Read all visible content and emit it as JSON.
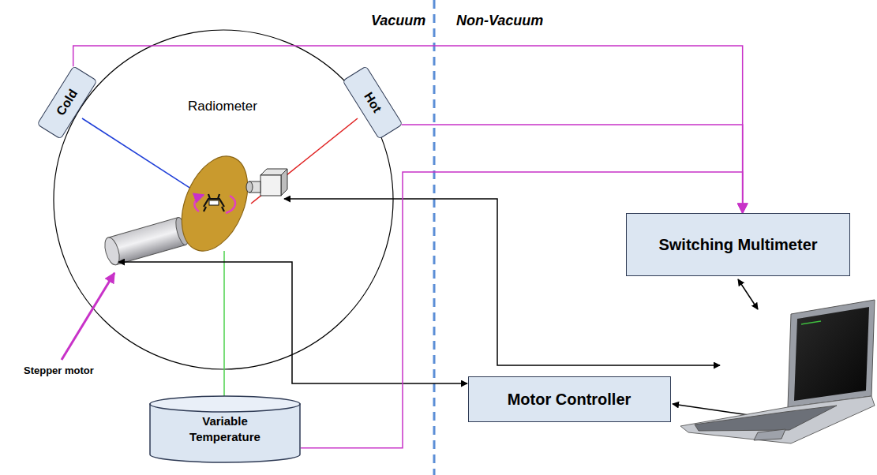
{
  "diagram": {
    "nodes": [
      {
        "text": [
          "Cold"
        ]
      },
      {
        "text": [
          "Hot"
        ]
      },
      {
        "text": [
          "Radiometer"
        ]
      },
      {
        "text": [
          "Variable Temperature"
        ]
      },
      {
        "text": [
          "Switching Multimeter"
        ]
      },
      {
        "text": [
          "Motor Controller"
        ]
      }
    ],
    "edges": [
      {
        "from": 0,
        "to": 4,
        "arrow": "to"
      },
      {
        "from": 1,
        "to": 4,
        "arrow": "to"
      },
      {
        "from": 3,
        "to": 4,
        "arrow": "to"
      }
    ],
    "labels": [
      "Vacuum",
      "Non-Vacuum",
      "Stepper motor"
    ]
  }
}
